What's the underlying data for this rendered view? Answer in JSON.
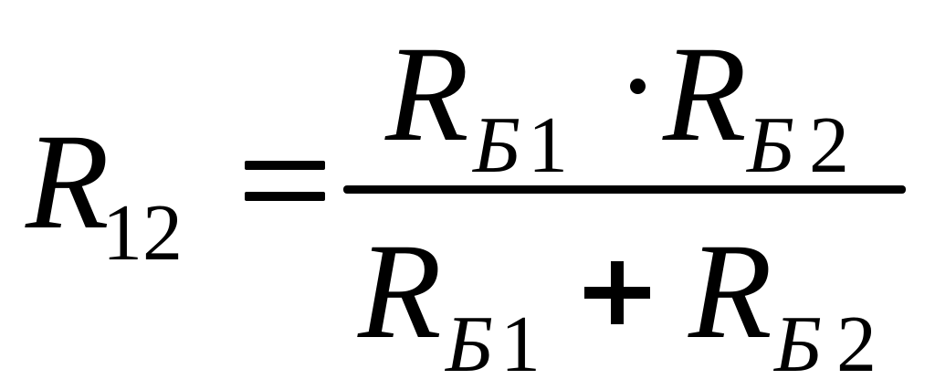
{
  "formula": {
    "lhs": {
      "symbol": "R",
      "subscript": "12"
    },
    "relation": "=",
    "numerator": {
      "first": {
        "symbol": "R",
        "subscript_letter": "Б",
        "subscript_digit": "1"
      },
      "operator": "·",
      "second": {
        "symbol": "R",
        "subscript_letter": "Б",
        "subscript_digit": "2"
      }
    },
    "denominator": {
      "first": {
        "symbol": "R",
        "subscript_letter": "Б",
        "subscript_digit": "1"
      },
      "operator": "+",
      "second": {
        "symbol": "R",
        "subscript_letter": "Б",
        "subscript_digit": "2"
      }
    }
  }
}
